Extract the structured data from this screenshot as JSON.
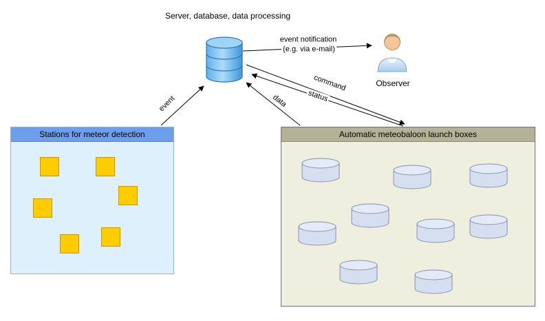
{
  "server": {
    "label": "Server, database, data processing"
  },
  "observer": {
    "label": "Observer"
  },
  "edges": {
    "event": "event",
    "notification_line1": "event notification",
    "notification_line2": "(e.g. via e-mail)",
    "command": "command",
    "status": "status",
    "data": "data"
  },
  "stations_box": {
    "title": "Stations for meteor detection",
    "node_count": 6
  },
  "launch_box": {
    "title": "Automatic meteobaloon launch boxes",
    "node_count": 9
  },
  "colors": {
    "station_fill": "#FFCC00",
    "station_border": "#C99A00",
    "stations_header": "#6D9EEB",
    "stations_body": "#DDF0FB",
    "launch_header": "#B2B295",
    "launch_body": "#EFEFDF",
    "cylinder_fill": "#D6DFF0",
    "cylinder_border": "#8593AD",
    "database_blue": "#3E96DC",
    "arrow_color": "#000000"
  }
}
